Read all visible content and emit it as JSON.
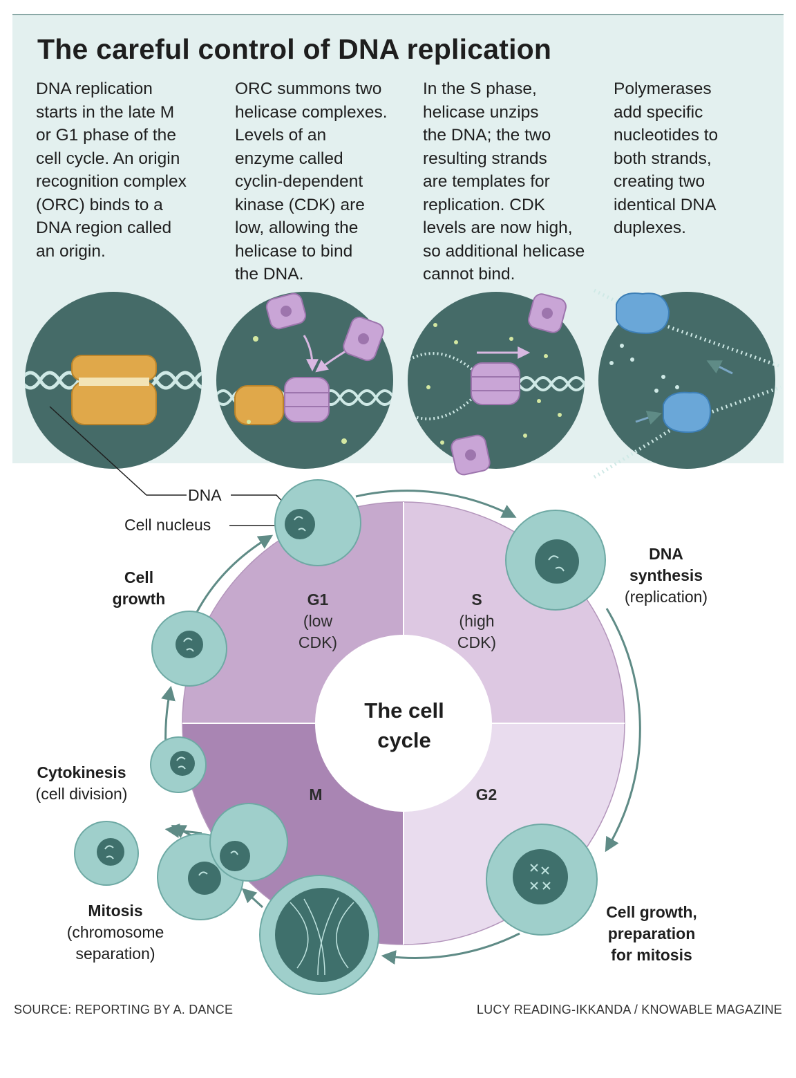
{
  "title": "The careful control of DNA replication",
  "steps": [
    {
      "lines": [
        "DNA replication",
        "starts in the late M",
        "or G1 phase of the",
        "cell cycle. An origin",
        "recognition complex",
        "(ORC) binds to a",
        "DNA region called",
        "an origin."
      ]
    },
    {
      "lines": [
        "ORC summons two",
        "helicase complexes.",
        "Levels of an",
        "enzyme called",
        "cyclin-dependent",
        "kinase (CDK) are",
        "low, allowing the",
        "helicase to bind",
        "the DNA."
      ]
    },
    {
      "lines": [
        "In the S phase,",
        "helicase unzips",
        "the DNA; the two",
        "resulting strands",
        "are templates for",
        "replication. CDK",
        "levels are now high,",
        "so additional helicase",
        "cannot bind."
      ]
    },
    {
      "lines": [
        "Polymerases",
        "add specific",
        "nucleotides to",
        "both strands,",
        "creating two",
        "identical DNA",
        "duplexes."
      ]
    }
  ],
  "callouts": {
    "dna": "DNA",
    "nucleus": "Cell nucleus"
  },
  "phases": {
    "g1": {
      "name": "G1",
      "line1": "(low",
      "line2": "CDK)"
    },
    "s": {
      "name": "S",
      "line1": "(high",
      "line2": "CDK)"
    },
    "m": {
      "name": "M"
    },
    "g2": {
      "name": "G2"
    }
  },
  "center": {
    "line1": "The cell",
    "line2": "cycle"
  },
  "stages": {
    "dna_synthesis": {
      "title1": "DNA",
      "title2": "synthesis",
      "sub": "(replication)"
    },
    "cell_growth": {
      "title1": "Cell",
      "title2": "growth"
    },
    "cytokinesis": {
      "title": "Cytokinesis",
      "sub": "(cell division)"
    },
    "mitosis": {
      "title": "Mitosis",
      "sub1": "(chromosome",
      "sub2": "separation)"
    },
    "growth_prep": {
      "title1": "Cell growth,",
      "title2": "preparation",
      "title3": "for mitosis"
    }
  },
  "footer": {
    "source": "SOURCE: REPORTING BY A. DANCE",
    "credit": "LUCY READING-IKKANDA / KNOWABLE MAGAZINE"
  },
  "colors": {
    "panel": "#e3f0ef",
    "circle_bg": "#456b68",
    "dna": "#cfe9e6",
    "orc": "#e0a84a",
    "helicase": "#c9a5d6",
    "polymerase": "#6aa7d8",
    "g1": "#c6a9cd",
    "s": "#ddc8e2",
    "m": "#a985b3",
    "g2": "#e9dcee",
    "cell": "#9fcfcb",
    "nucleus": "#3f706c",
    "arrow": "#5f8b86"
  }
}
